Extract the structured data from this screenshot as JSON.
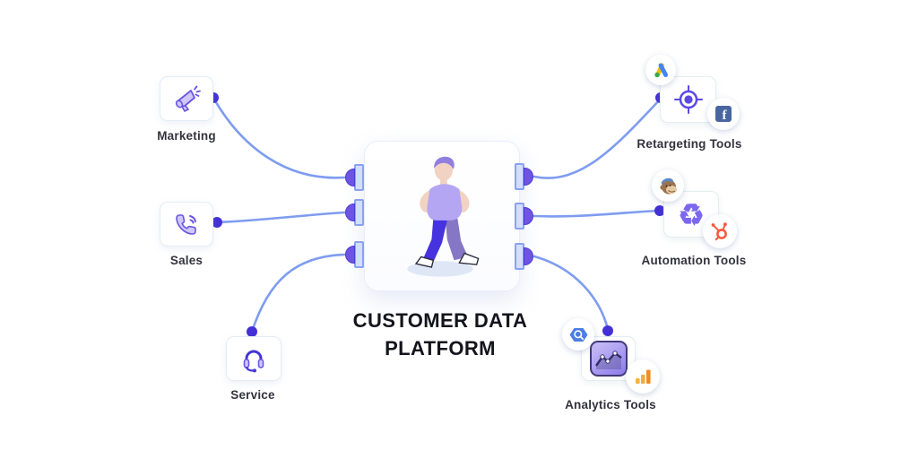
{
  "title": "CUSTOMER DATA PLATFORM",
  "center": {
    "illustration": "standing-person"
  },
  "sources": [
    {
      "label": "Marketing",
      "icon": "megaphone-icon"
    },
    {
      "label": "Sales",
      "icon": "phone-icon"
    },
    {
      "label": "Service",
      "icon": "headset-icon"
    }
  ],
  "tools": [
    {
      "label": "Retargeting Tools",
      "icon": "target-icon",
      "badges": [
        "google-ads-icon",
        "facebook-icon"
      ]
    },
    {
      "label": "Automation Tools",
      "icon": "recycle-icon",
      "recycle_glyph": "♻",
      "badges": [
        "mailchimp-icon",
        "hubspot-icon"
      ]
    },
    {
      "label": "Analytics Tools",
      "icon": "line-chart-icon",
      "badges": [
        "bigquery-icon",
        "google-analytics-icon"
      ]
    }
  ],
  "colors": {
    "connector_line": "#7e9cf0",
    "connector_dot": "#4330d6",
    "icon_purple": "#6a55e2",
    "port_fill": "#6f54e4",
    "google_blue": "#4285F4",
    "google_yellow": "#FBBC04",
    "google_green": "#34A853",
    "facebook_blue": "#4a66a0",
    "hubspot_orange": "#f6593f",
    "analytics_orange": "#f08c1e",
    "title_color": "#14141c"
  }
}
